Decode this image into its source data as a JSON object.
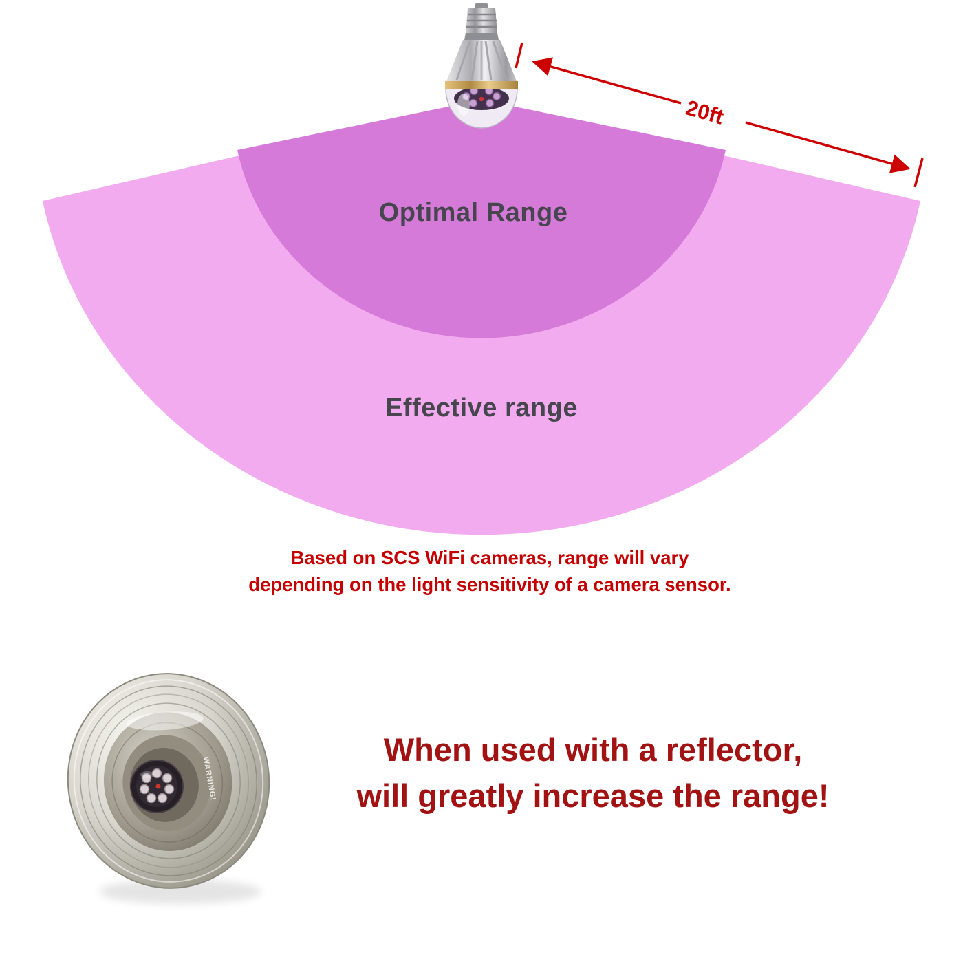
{
  "diagram": {
    "optimal_label": "Optimal Range",
    "effective_label": "Effective range",
    "distance_label": "20ft",
    "note_line1": "Based on SCS WiFi cameras, range will vary",
    "note_line2": "depending on the light sensitivity of a camera sensor."
  },
  "footer": {
    "headline_line1": "When used with a reflector,",
    "headline_line2": "will greatly increase the range!"
  },
  "photo": {
    "stamp_text": "WARNING!"
  },
  "colors": {
    "effective_fill": "#f2abef",
    "optimal_fill": "#d67ada",
    "arrow_red": "#cc0000",
    "note_red": "#c40000",
    "headline_red": "#a21212",
    "label_gray": "#47464f"
  },
  "icons": {
    "bulb": "ir-bulb-illustration",
    "reflector": "reflector-photo",
    "arrow": "distance-arrow"
  }
}
